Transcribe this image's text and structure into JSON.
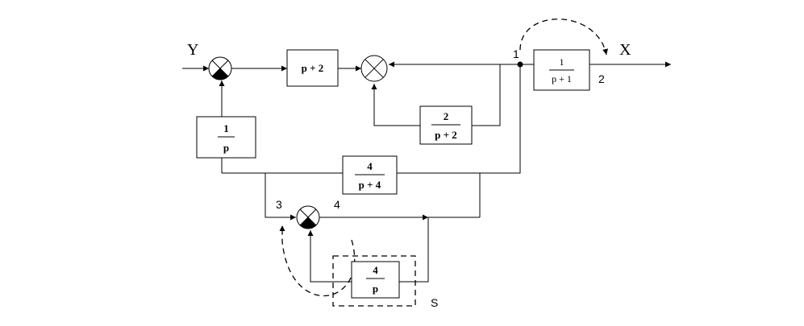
{
  "signals": {
    "input": "Y",
    "output": "X"
  },
  "blocks": {
    "p_plus_2": "p + 2",
    "tf_1_over_p_plus_1": {
      "num": "1",
      "den": "p + 1"
    },
    "tf_2_over_p_plus_2": {
      "num": "2",
      "den": "p + 2"
    },
    "tf_1_over_p": {
      "num": "1",
      "den": "p"
    },
    "tf_4_over_p_plus_4": {
      "num": "4",
      "den": "p + 4"
    },
    "tf_4_over_p": {
      "num": "4",
      "den": "p"
    }
  },
  "points": {
    "p1": "1",
    "p2": "2",
    "p3": "3",
    "p4": "4"
  },
  "region_label": "S"
}
